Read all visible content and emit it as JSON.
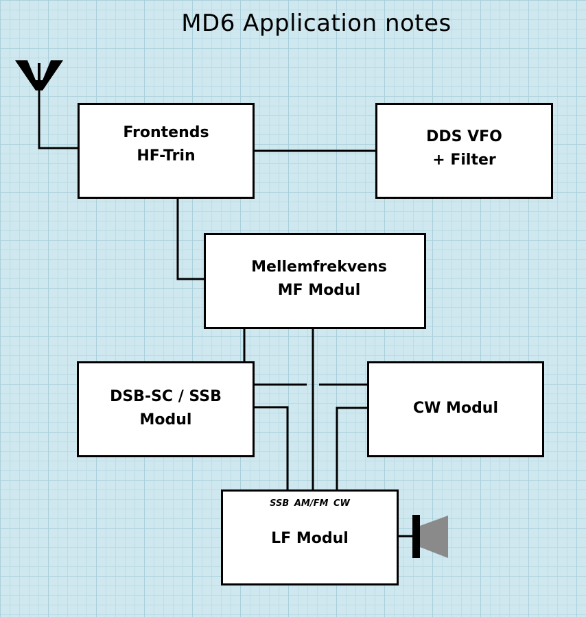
{
  "title": "MD6 Application notes",
  "blocks": {
    "frontend": {
      "line1": "Frontends",
      "line2": "HF-Trin"
    },
    "dds_vfo": {
      "line1": "DDS VFO",
      "line2": "+ Filter"
    },
    "if_module": {
      "line1": "Mellemfrekvens",
      "line2": "MF  Modul"
    },
    "dsb_ssb": {
      "line1": "DSB-SC / SSB",
      "line2": "Modul"
    },
    "cw": {
      "line1": "CW  Modul"
    },
    "lf": {
      "ports": "SSB AM/FM CW",
      "line1": "LF  Modul"
    }
  },
  "icons": {
    "antenna": "antenna-icon",
    "speaker": "speaker-icon"
  },
  "colors": {
    "background": "#cfe7ee",
    "grid_major": "#a9d0db",
    "grid_minor": "#bcdde6",
    "block_fill": "#ffffff",
    "line": "#000000",
    "speaker_cone": "#8a8a8a"
  }
}
